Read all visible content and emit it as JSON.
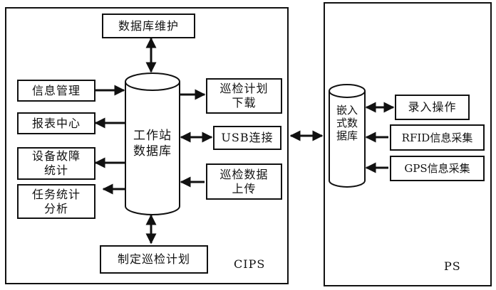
{
  "cips": {
    "label": "CIPS",
    "center_db": "工作站\n数据库",
    "top_box": "数据库维护",
    "bottom_box": "制定巡检计划",
    "left_boxes": [
      "信息管理",
      "报表中心",
      "设备故障\n统计",
      "任务统计\n分析"
    ],
    "right_boxes": [
      "巡检计划\n下载",
      "USB连接",
      "巡检数据\n上传"
    ]
  },
  "ps": {
    "label": "PS",
    "embedded_db": "嵌入式数据库",
    "right_boxes": [
      "录入操作",
      "RFID信息采集",
      "GPS信息采集"
    ]
  },
  "colors": {
    "line": "#111111",
    "background": "#ffffff"
  }
}
